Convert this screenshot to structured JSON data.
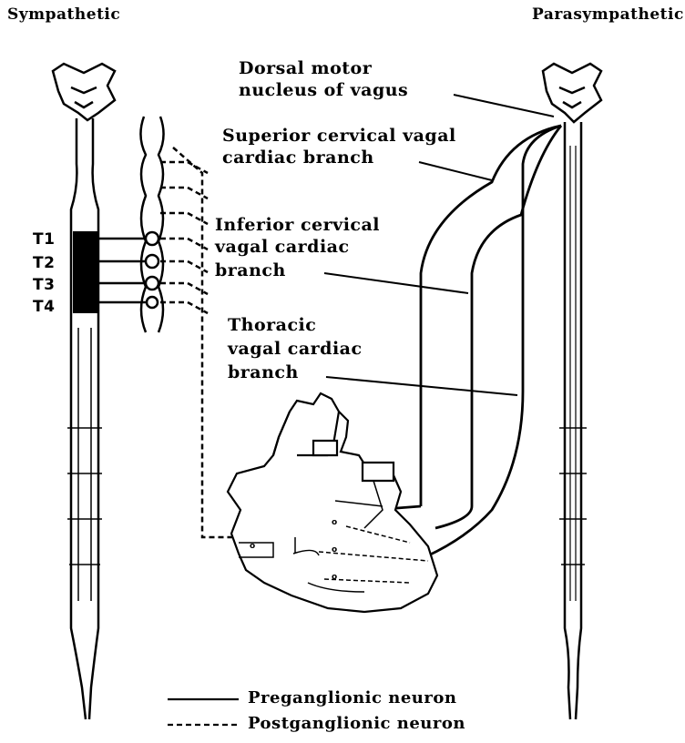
{
  "headers": {
    "sympathetic": "Sympathetic",
    "parasympathetic": "Parasympathetic"
  },
  "segments": [
    "T1",
    "T2",
    "T3",
    "T4"
  ],
  "annotations": {
    "dorsal_motor": [
      "Dorsal motor",
      "nucleus of vagus"
    ],
    "superior_cervical": [
      "Superior cervical vagal",
      "cardiac branch"
    ],
    "inferior_cervical": [
      "Inferior cervical",
      "vagal cardiac",
      "branch"
    ],
    "thoracic": [
      "Thoracic",
      "vagal cardiac",
      "branch"
    ]
  },
  "heart_marks": [
    "o",
    "o",
    "o",
    "o"
  ],
  "legend": {
    "preganglionic": "Preganglionic neuron",
    "postganglionic": "Postganglionic neuron"
  }
}
